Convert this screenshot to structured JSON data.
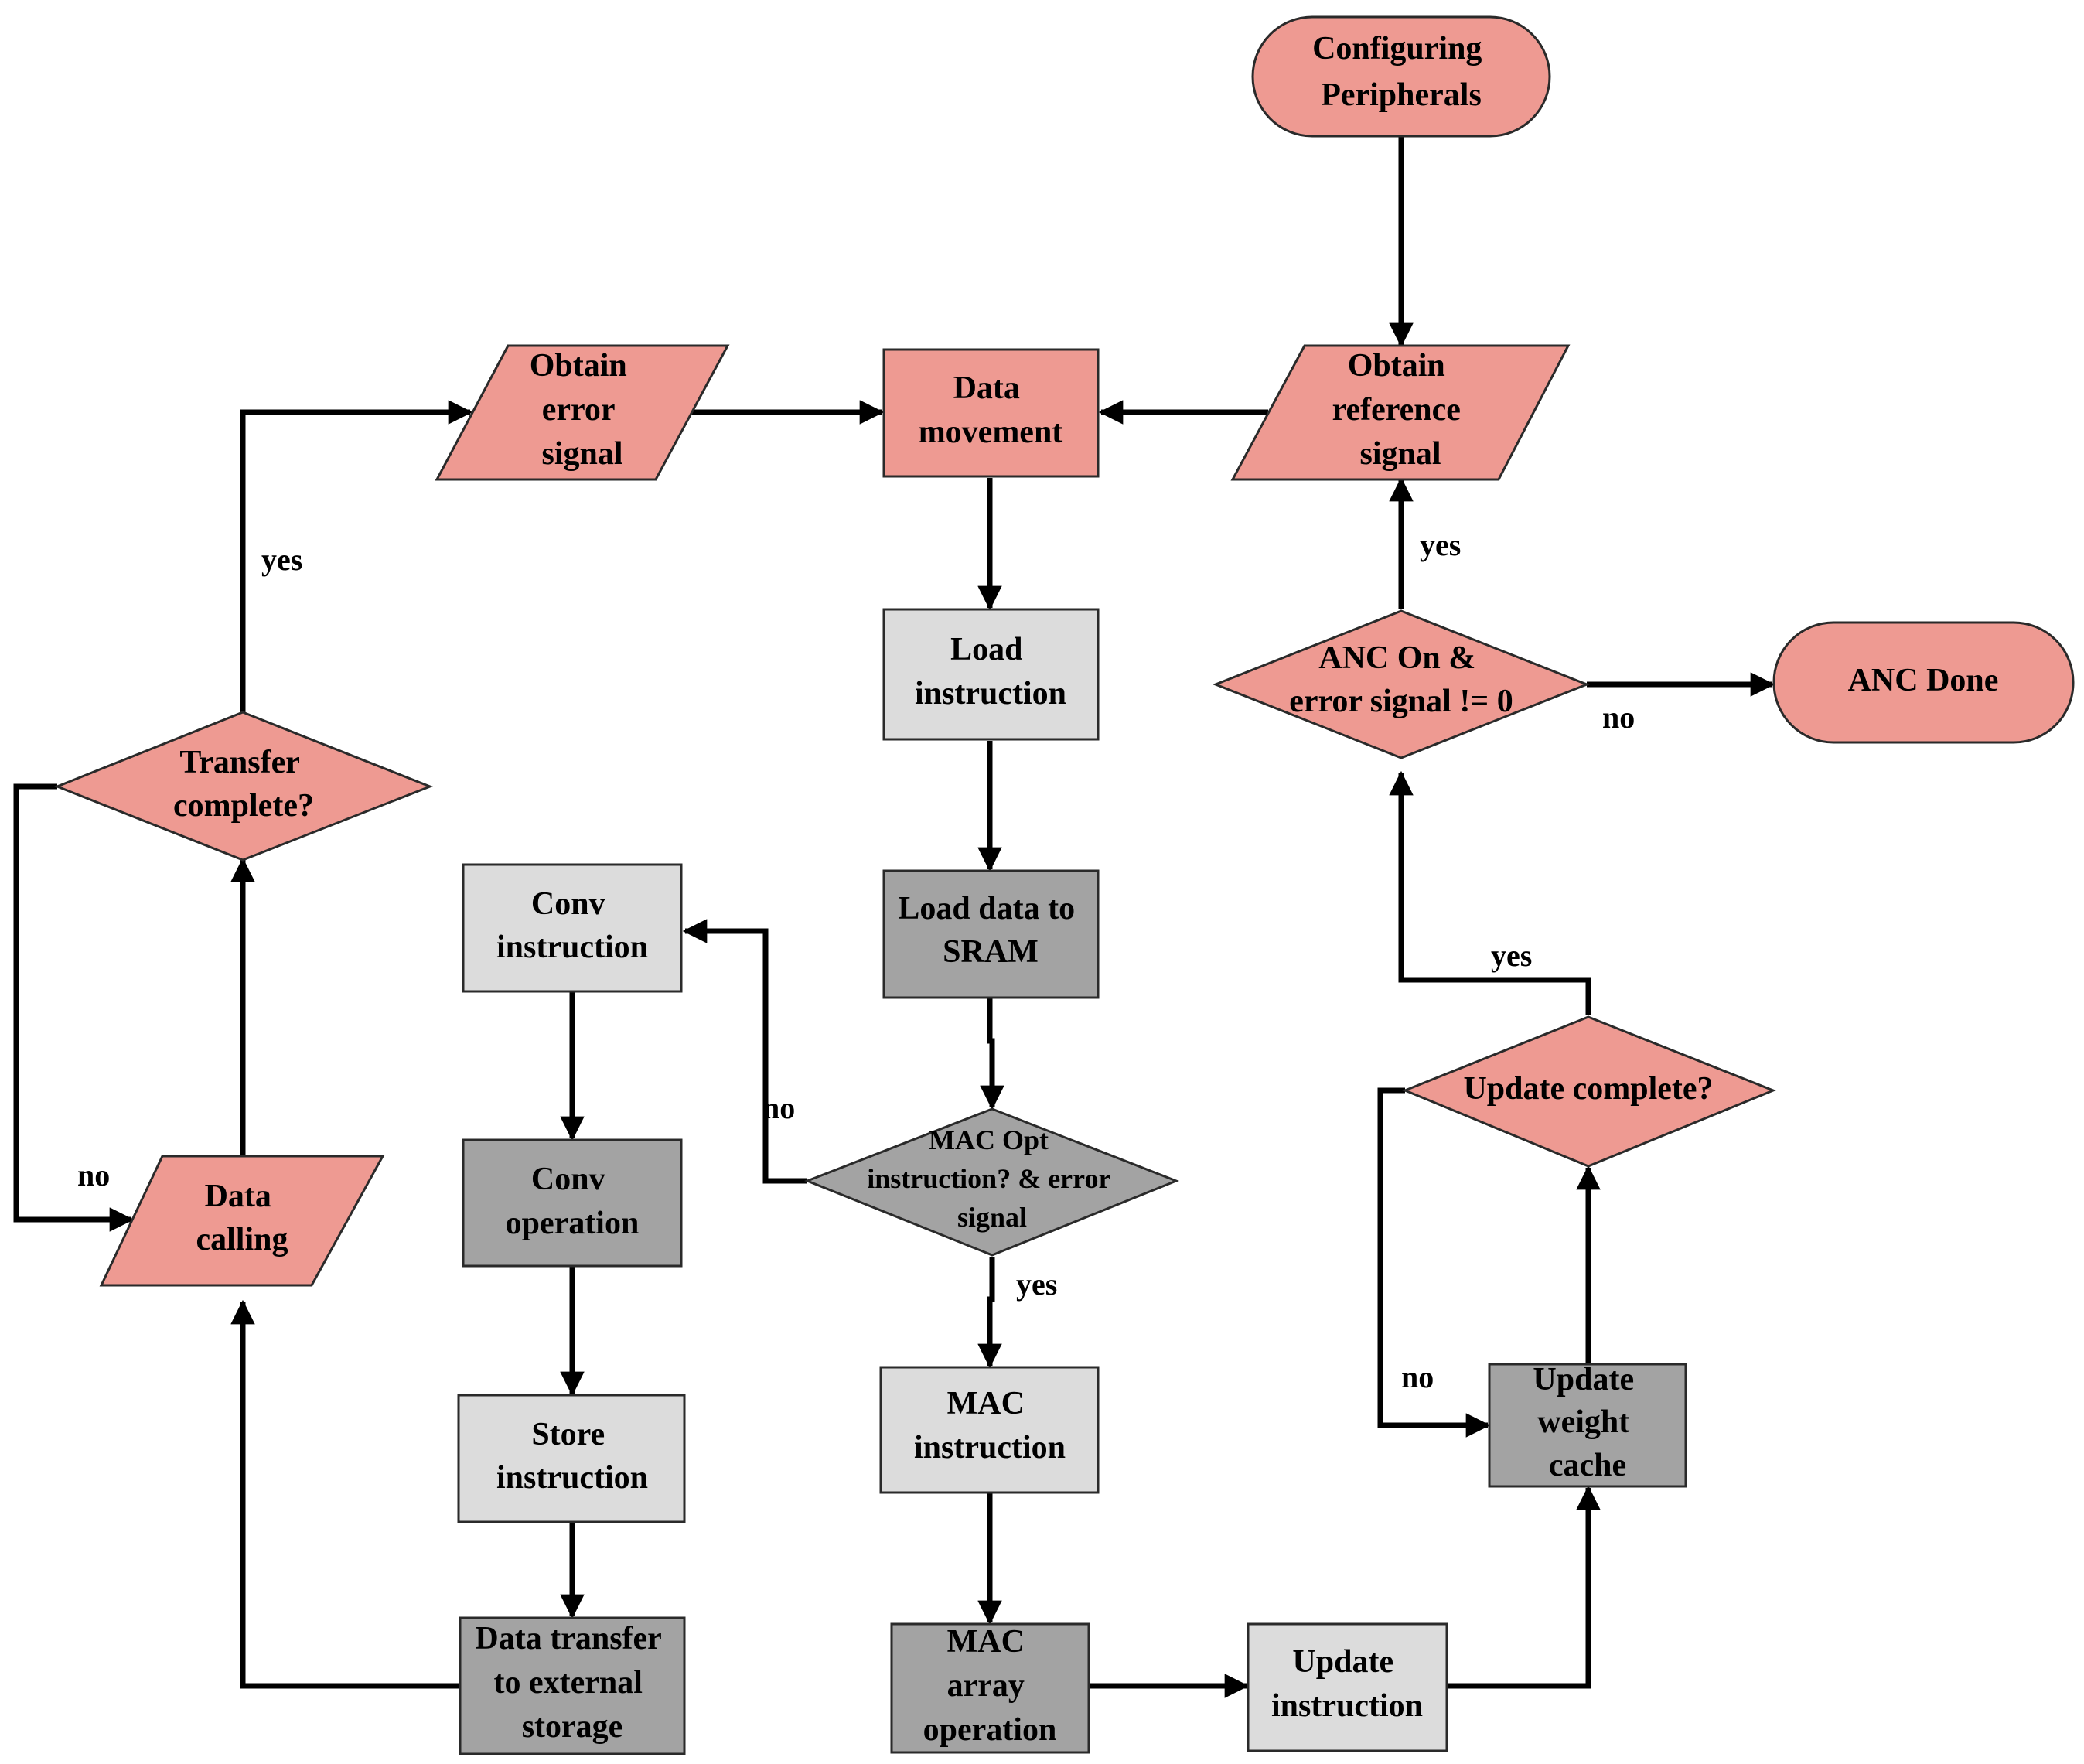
{
  "colors": {
    "pink": "#EE9A92",
    "light_gray": "#DCDCDC",
    "dark_gray": "#A3A3A3",
    "line": "#000000"
  },
  "nodes": {
    "configuring_peripherals": [
      "Configuring",
      "Peripherals"
    ],
    "obtain_reference_signal": [
      "Obtain",
      "reference",
      "signal"
    ],
    "data_movement": [
      "Data",
      "movement"
    ],
    "obtain_error_signal": [
      "Obtain",
      "error",
      "signal"
    ],
    "load_instruction": [
      "Load",
      "instruction"
    ],
    "load_data_to_sram": [
      "Load data to",
      "SRAM"
    ],
    "mac_opt_decision": [
      "MAC Opt",
      "instruction? & error",
      "signal"
    ],
    "mac_instruction": [
      "MAC",
      "instruction"
    ],
    "mac_array_operation": [
      "MAC",
      "array",
      "operation"
    ],
    "update_instruction": [
      "Update",
      "instruction"
    ],
    "update_weight_cache": [
      "Update",
      "weight",
      "cache"
    ],
    "update_complete_decision": [
      "Update complete?"
    ],
    "anc_on_decision": [
      "ANC On  &",
      "error signal != 0"
    ],
    "anc_done": [
      "ANC Done"
    ],
    "conv_instruction": [
      "Conv",
      "instruction"
    ],
    "conv_operation": [
      "Conv",
      "operation"
    ],
    "store_instruction": [
      "Store",
      "instruction"
    ],
    "data_transfer_external": [
      "Data transfer",
      "to external",
      "storage"
    ],
    "data_calling": [
      "Data",
      "calling"
    ],
    "transfer_complete_decision": [
      "Transfer",
      "complete?"
    ]
  },
  "edge_labels": {
    "transfer_yes": "yes",
    "transfer_no": "no",
    "mac_no": "no",
    "mac_yes": "yes",
    "anc_yes": "yes",
    "anc_no": "no",
    "update_yes": "yes",
    "update_no": "no"
  }
}
